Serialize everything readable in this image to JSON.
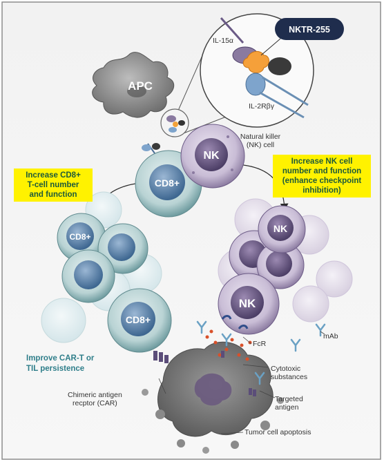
{
  "labels": {
    "apc": "APC",
    "nktr": "NKTR-255",
    "il15a": "IL-15α",
    "il2rbg": "IL-2Rβγ",
    "nk_cell_name_line1": "Natural killer",
    "nk_cell_name_line2": "(NK) cell",
    "nk": "NK",
    "cd8": "CD8+",
    "mab": "mAb",
    "fcr": "FcR",
    "cytotoxic_line1": "Cytotoxic",
    "cytotoxic_line2": "substances",
    "targeted_line1": "Targeted",
    "targeted_line2": "antigen",
    "car_line1": "Chimeric antigen",
    "car_line2": "recptor (CAR)",
    "apoptosis": "Tumor cell apoptosis"
  },
  "callouts": {
    "cd8_line1": "Increase CD8+",
    "cd8_line2": "T-cell number",
    "cd8_line3": "and function",
    "nk_line1": "Increase NK cell",
    "nk_line2": "number and function",
    "nk_line3": "(enhance checkpoint",
    "nk_line4": "inhibition)",
    "cart_line1": "Improve CAR-T or",
    "cart_line2": "TIL persistence"
  },
  "colors": {
    "highlight": "#fff200",
    "nk_cell": "#8b7aa0",
    "cd8_cell": "#7fa8ac",
    "teal_text": "#2f7e8a",
    "nktr_badge": "#1f2d4d"
  }
}
